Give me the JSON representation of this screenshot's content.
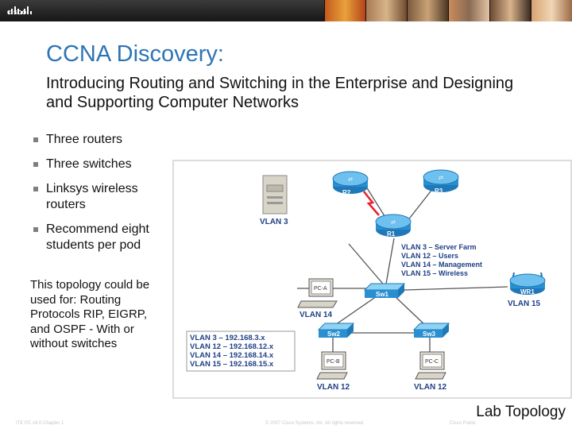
{
  "header": {
    "logo_text": "CISCO."
  },
  "title": "CCNA Discovery:",
  "subtitle": "Introducing Routing and Switching in the Enterprise and Designing and Supporting Computer Networks",
  "bullets": [
    "Three routers",
    "Three switches",
    "Linksys wireless routers",
    "Recommend eight students per pod"
  ],
  "note": "This topology could be used for: Routing Protocols RIP, EIGRP, and OSPF - With or without switches",
  "diagram": {
    "routers": [
      "R2",
      "R3",
      "R1"
    ],
    "server_vlan": "VLAN 3",
    "switches": [
      "Sw1",
      "Sw2",
      "Sw3"
    ],
    "wireless": {
      "name": "WR1",
      "vlan": "VLAN 15"
    },
    "pcs": [
      {
        "name": "PC-A",
        "vlan": "VLAN 14"
      },
      {
        "name": "PC-B",
        "vlan": "VLAN 12"
      },
      {
        "name": "PC-C",
        "vlan": "VLAN 12"
      }
    ],
    "vlan_names": [
      "VLAN 3 – Server Farm",
      "VLAN 12 – Users",
      "VLAN 14 – Management",
      "VLAN 15 – Wireless"
    ],
    "vlan_subnets": [
      "VLAN 3 – 192.168.3.x",
      "VLAN 12 – 192.168.12.x",
      "VLAN 14 – 192.168.14.x",
      "VLAN 15 – 192.168.15.x"
    ]
  },
  "footer": {
    "left": "ITE PC v4.0 Chapter 1",
    "center": "© 2007 Cisco Systems, Inc. All rights reserved.",
    "right": "Cisco Public",
    "label": "Lab Topology"
  },
  "colors": {
    "title": "#2e74b5",
    "device_blue": "#2a8fd0",
    "serial_link": "#e8202a"
  }
}
